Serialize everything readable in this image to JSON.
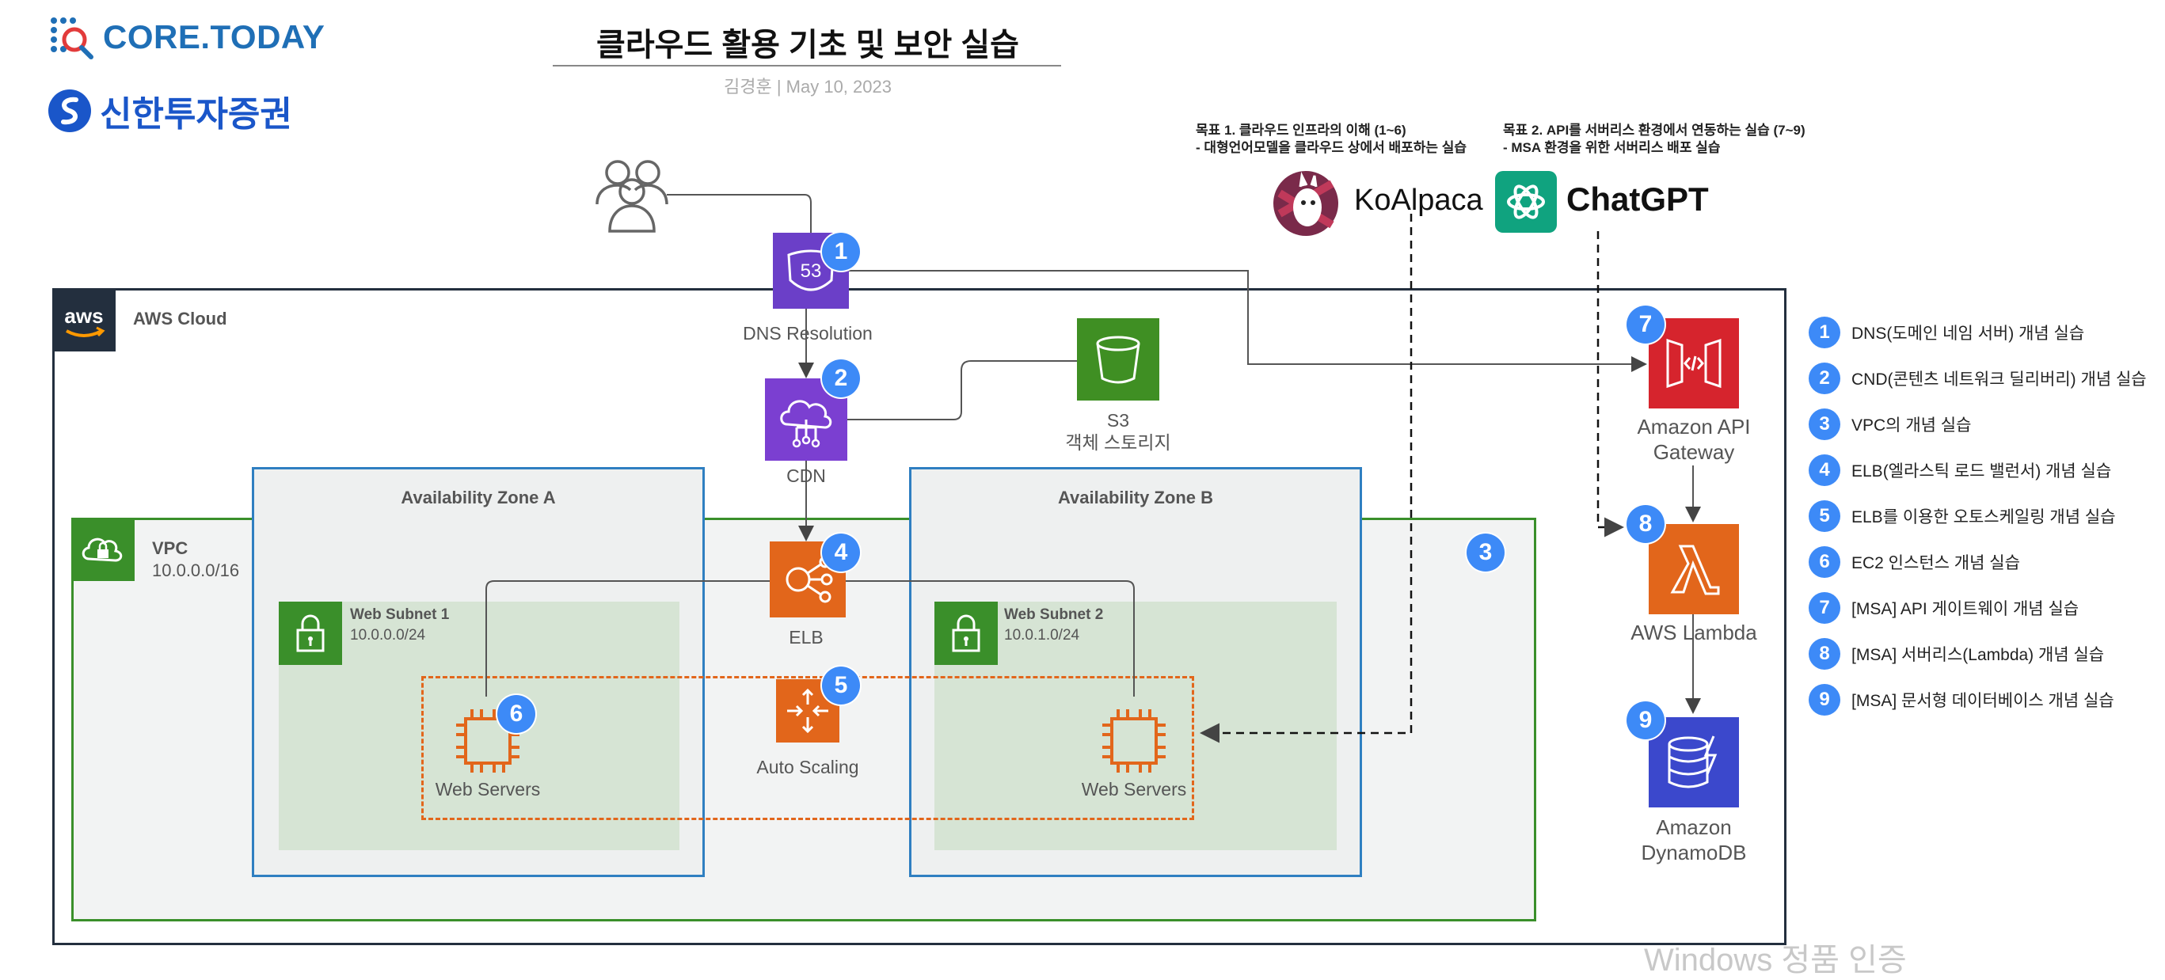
{
  "header": {
    "brand": "CORE.TODAY",
    "sponsor": "신한투자증권",
    "title": "클라우드 활용 기초 및 보안 실습",
    "subtitle": "김경훈 | May 10, 2023"
  },
  "goals": {
    "goal1_line1": "목표 1. 클라우드 인프라의 이해 (1~6)",
    "goal1_line2": "- 대형언어모델을 클라우드 상에서 배포하는 실습",
    "goal2_line1": "목표 2. API를 서버리스 환경에서 연동하는 실습 (7~9)",
    "goal2_line2": "- MSA 환경을 위한 서버리스 배포 실습",
    "model1": "KoAlpaca",
    "model2": "ChatGPT"
  },
  "diagram": {
    "aws_cloud": "AWS Cloud",
    "vpc_label": "VPC",
    "vpc_cidr": "10.0.0.0/16",
    "az_a": "Availability Zone A",
    "az_b": "Availability Zone B",
    "subnet1_label": "Web Subnet 1",
    "subnet1_cidr": "10.0.0.0/24",
    "subnet2_label": "Web Subnet 2",
    "subnet2_cidr": "10.0.1.0/24",
    "dns": "DNS Resolution",
    "cdn": "CDN",
    "s3_line1": "S3",
    "s3_line2": "객체 스토리지",
    "elb": "ELB",
    "autoscaling": "Auto Scaling",
    "web_servers_a": "Web Servers",
    "web_servers_b": "Web Servers",
    "apigw_line1": "Amazon API",
    "apigw_line2": "Gateway",
    "lambda": "AWS Lambda",
    "dynamo_line1": "Amazon",
    "dynamo_line2": "DynamoDB",
    "aws_logo_text": "aws"
  },
  "badges": [
    "1",
    "2",
    "3",
    "4",
    "5",
    "6",
    "7",
    "8",
    "9"
  ],
  "legend": [
    {
      "num": "1",
      "text": "DNS(도메인 네임 서버) 개념 실습"
    },
    {
      "num": "2",
      "text": "CND(콘텐츠 네트워크 딜리버리) 개념 실습"
    },
    {
      "num": "3",
      "text": "VPC의 개념 실습"
    },
    {
      "num": "4",
      "text": "ELB(엘라스틱 로드 밸런서) 개념 실습"
    },
    {
      "num": "5",
      "text": "ELB를 이용한 오토스케일링 개념 실습"
    },
    {
      "num": "6",
      "text": "EC2 인스턴스 개념 실습"
    },
    {
      "num": "7",
      "text": "[MSA] API 게이트웨이 개념 실습"
    },
    {
      "num": "8",
      "text": "[MSA] 서버리스(Lambda) 개념 실습"
    },
    {
      "num": "9",
      "text": "[MSA] 문서형 데이터베이스 개념 실습"
    }
  ],
  "watermark": "Windows 정품 인증",
  "colors": {
    "accent_blue": "#3d8af7",
    "aws_dark": "#232f3e",
    "vpc_green": "#3a8f2a",
    "az_blue": "#2f7fc1",
    "route53_purple": "#6b3fc8",
    "elb_orange": "#e2661b",
    "apigw_red": "#d6242d",
    "dynamo_blue": "#3b48cc",
    "s3_green": "#3f8f23"
  },
  "icons": [
    "users-icon",
    "route53-icon",
    "cloudfront-icon",
    "s3-bucket-icon",
    "elb-icon",
    "autoscaling-icon",
    "ec2-chip-icon",
    "api-gateway-icon",
    "lambda-icon",
    "dynamodb-icon",
    "vpc-lock-icon",
    "subnet-lock-icon",
    "aws-logo-icon",
    "koalpaca-logo-icon",
    "chatgpt-logo-icon"
  ]
}
